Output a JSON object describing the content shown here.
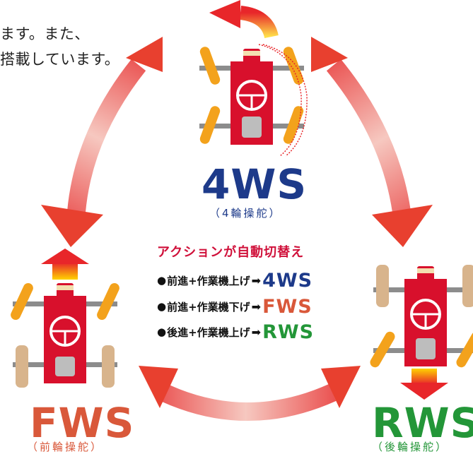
{
  "intro": {
    "line1": "ます。また、",
    "line2": "搭載しています。"
  },
  "modes": {
    "fws": {
      "label": "FWS",
      "sub": "（前輪操舵）"
    },
    "rws": {
      "label": "RWS",
      "sub": "（後輪操舵）"
    },
    "ws4": {
      "label": "4WS",
      "sub": "（4輪操舵）"
    }
  },
  "rules": {
    "title": "アクションが自動切替え",
    "items": [
      {
        "bullet": "●",
        "condition": "前進+作業機上げ",
        "result": "4WS"
      },
      {
        "bullet": "●",
        "condition": "前進+作業機下げ",
        "result": "FWS"
      },
      {
        "bullet": "●",
        "condition": "後進+作業機上げ",
        "result": "RWS"
      }
    ]
  },
  "colors": {
    "ws4": "#1d3a8a",
    "fws": "#d9583a",
    "rws": "#239638",
    "body_red": "#d8102c",
    "tire_orange": "#f3a21c",
    "tire_tan": "#d8b48c",
    "arrow": "#e8493a"
  }
}
